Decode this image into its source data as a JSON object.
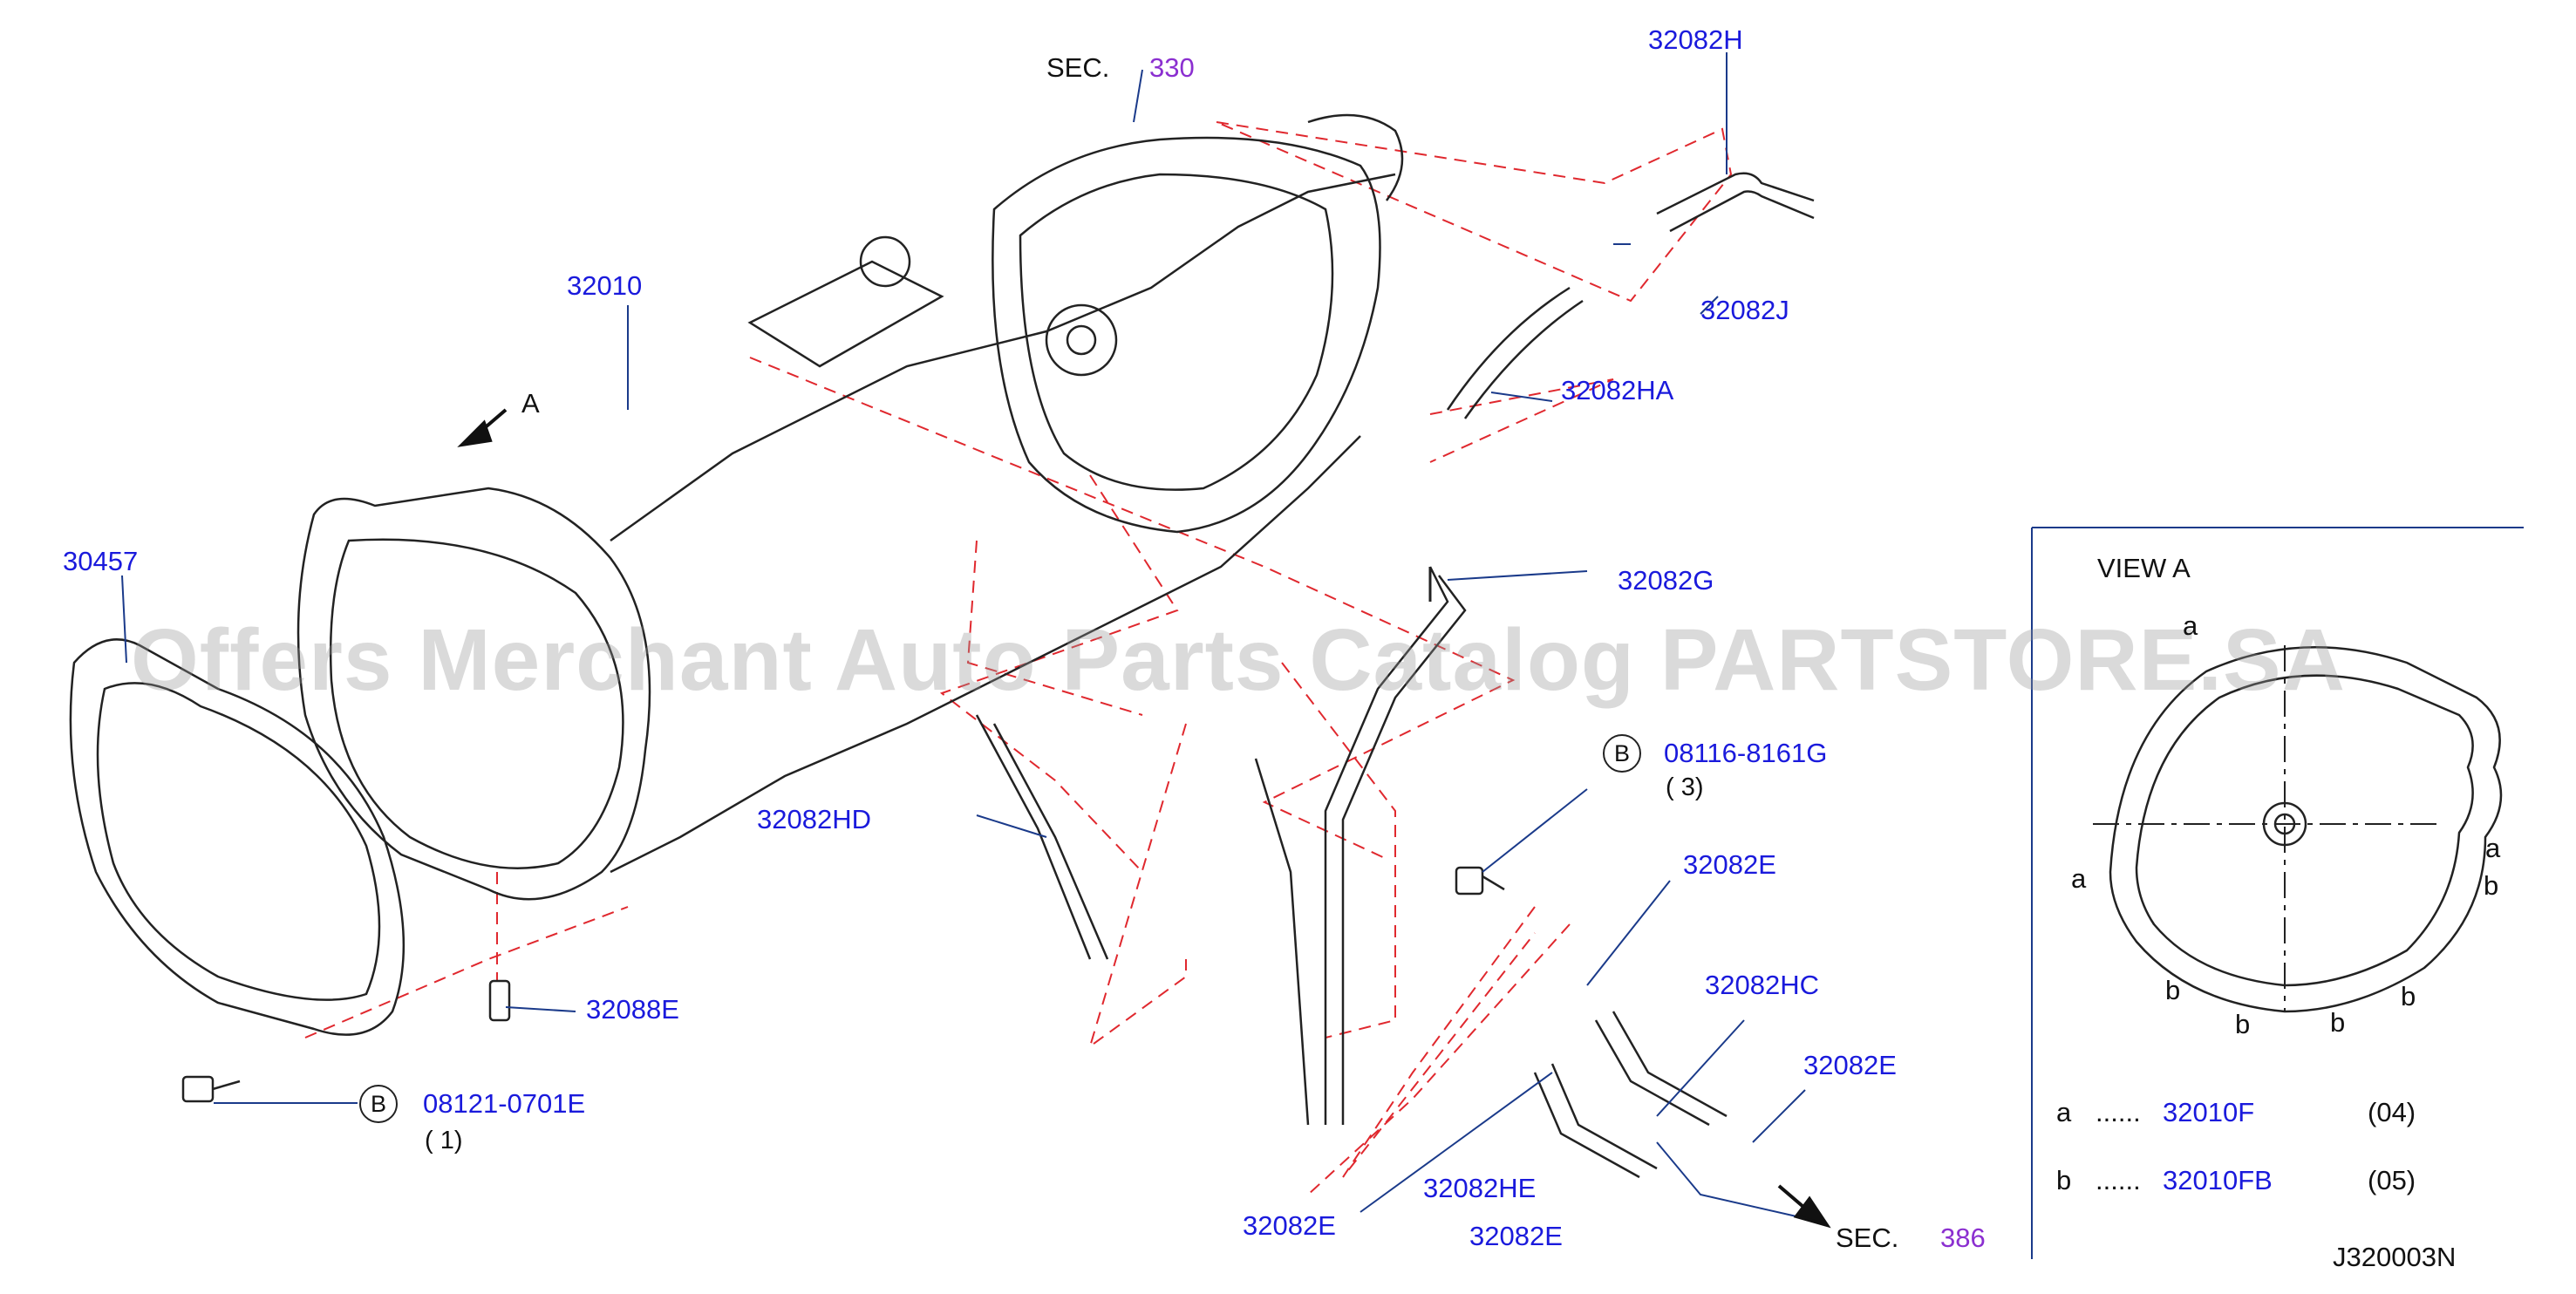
{
  "watermark": "Offers Merchant Auto Parts Catalog PARTSTORE.SA",
  "diagram_code": "J320003N",
  "sections": [
    {
      "prefix": "SEC.",
      "number": "330"
    },
    {
      "prefix": "SEC.",
      "number": "386"
    }
  ],
  "labels": {
    "p32082H": "32082H",
    "p32082J": "32082J",
    "p32082HA": "32082HA",
    "p32082G": "32082G",
    "p32010": "32010",
    "arrowA": "A",
    "p30457": "30457",
    "p32082HD": "32082HD",
    "bolt1_code": "08116-8161G",
    "bolt1_qty": "( 3)",
    "p32082E_1": "32082E",
    "p32082HC": "32082HC",
    "p32082E_2": "32082E",
    "p32088E": "32088E",
    "bolt2_code": "08121-0701E",
    "bolt2_qty": "( 1)",
    "p32082HE": "32082HE",
    "p32082E_3": "32082E",
    "p32082E_4": "32082E",
    "circle_b": "B"
  },
  "view_a": {
    "title": "VIEW  A",
    "markers": {
      "a": "a",
      "b": "b"
    },
    "legend": [
      {
        "key": "a",
        "dots": "......",
        "part": "32010F",
        "qty": "(04)"
      },
      {
        "key": "b",
        "dots": "......",
        "part": "32010FB",
        "qty": "(05)"
      }
    ]
  },
  "colors": {
    "callout": "#1a1adc",
    "section": "#8b2fd0",
    "dash": "#e0282e",
    "line": "#222222"
  }
}
